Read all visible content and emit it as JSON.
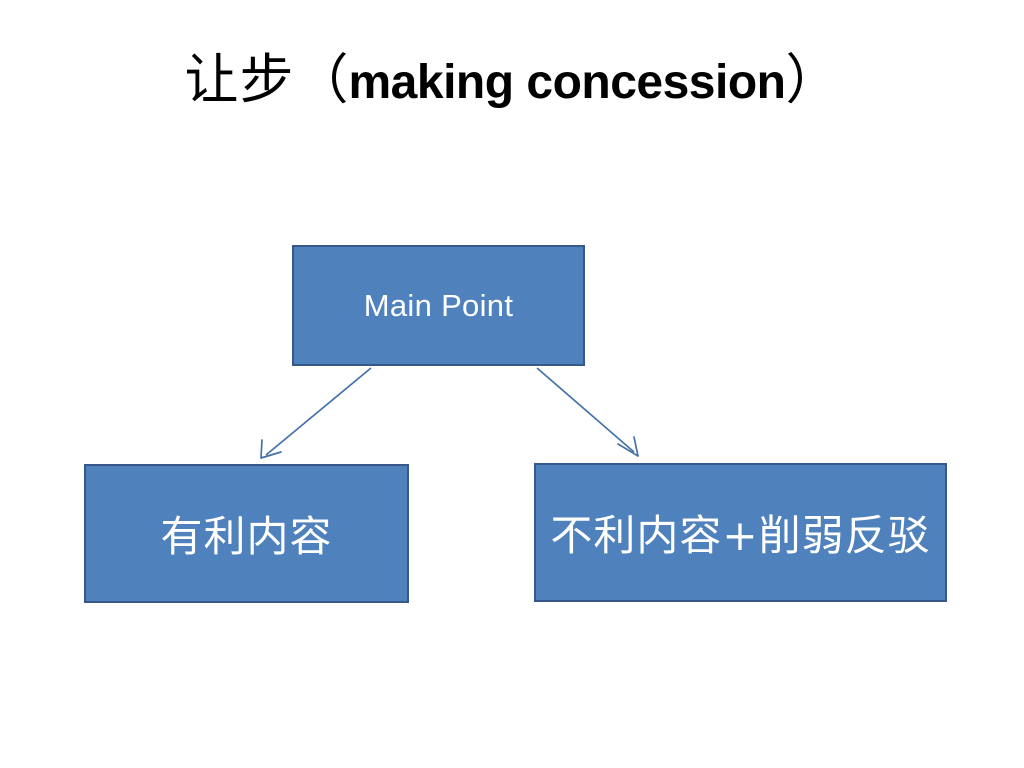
{
  "slide": {
    "background_color": "#ffffff",
    "title": {
      "chinese": "让步",
      "open_paren": "（",
      "english": "making concession",
      "close_paren": "）"
    }
  },
  "diagram": {
    "type": "tree",
    "node_fill_color": "#4f81bd",
    "node_border_color": "#39588a",
    "node_text_color": "#ffffff",
    "connector_color": "#4472a8",
    "nodes": [
      {
        "id": "main",
        "label": "Main Point",
        "role": "root"
      },
      {
        "id": "left",
        "label": "有利内容",
        "role": "child"
      },
      {
        "id": "right",
        "label": "不利内容+削弱反驳",
        "role": "child"
      }
    ],
    "edges": [
      {
        "from": "main",
        "to": "left",
        "arrow": "down-left"
      },
      {
        "from": "main",
        "to": "right",
        "arrow": "down-right"
      }
    ]
  }
}
